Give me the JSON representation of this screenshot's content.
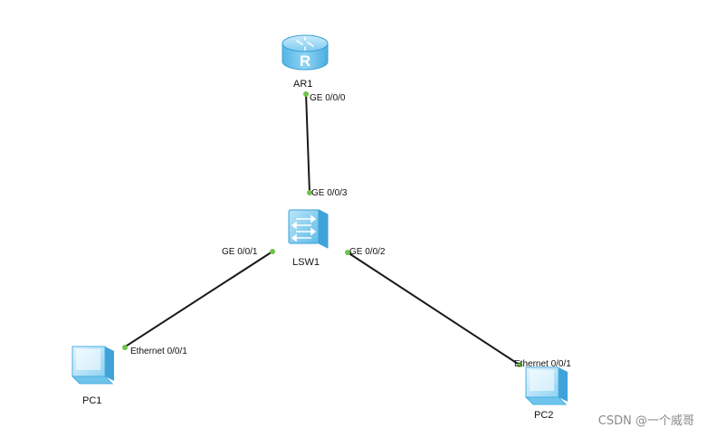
{
  "diagram": {
    "nodes": {
      "router": {
        "name": "AR1",
        "type": "router",
        "icon": "router-icon",
        "glyph": "R"
      },
      "switch": {
        "name": "LSW1",
        "type": "switch",
        "icon": "switch-icon"
      },
      "pc1": {
        "name": "PC1",
        "type": "pc",
        "icon": "pc-icon"
      },
      "pc2": {
        "name": "PC2",
        "type": "pc",
        "icon": "pc-icon"
      }
    },
    "links": [
      {
        "from": "AR1",
        "from_port": "GE 0/0/0",
        "to": "LSW1",
        "to_port": "GE 0/0/3"
      },
      {
        "from": "LSW1",
        "from_port": "GE 0/0/1",
        "to": "PC1",
        "to_port": "Ethernet 0/0/1"
      },
      {
        "from": "LSW1",
        "from_port": "GE 0/0/2",
        "to": "PC2",
        "to_port": "Ethernet 0/0/1"
      }
    ],
    "colors": {
      "device": "#8fd3f4",
      "device_dark": "#3aa6dd",
      "link": "#1a1a1a",
      "port_dot": "#6fc24a"
    }
  },
  "watermark": "CSDN @一个威哥"
}
